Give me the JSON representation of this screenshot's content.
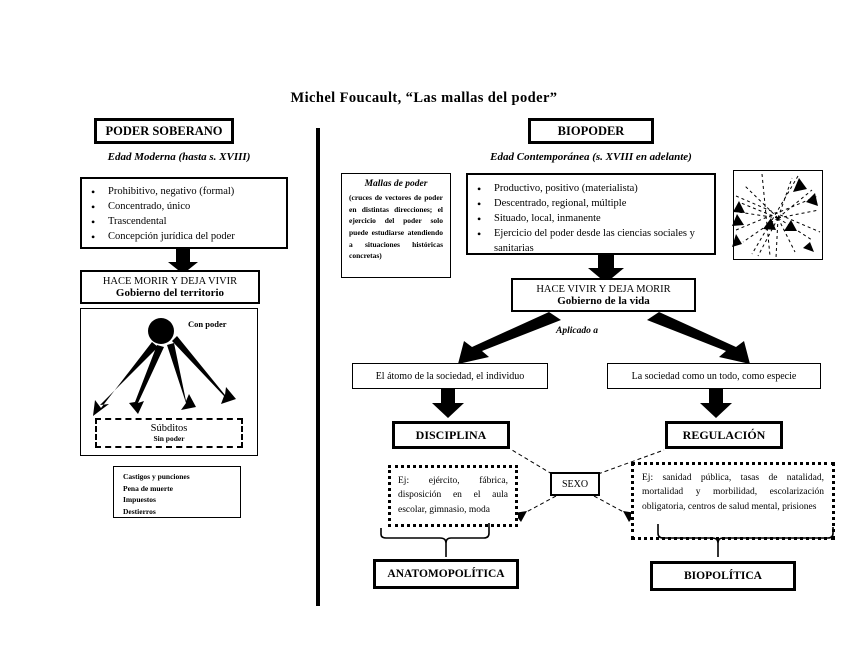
{
  "title": "Michel Foucault, “Las mallas del poder”",
  "left": {
    "header": "PODER SOBERANO",
    "subtitle": "Edad Moderna (hasta s. XVIII)",
    "features": [
      "Prohibitivo, negativo (formal)",
      "Concentrado, único",
      "Trascendental",
      "Concepción jurídica del poder"
    ],
    "formula_line1": "HACE MORIR Y DEJA VIVIR",
    "formula_line2": "Gobierno del territorio",
    "diagram": {
      "with_power": "Con poder",
      "subjects": "Súbditos",
      "without_power": "Sin poder"
    },
    "examples": [
      "Castigos y punciones",
      "Pena de muerte",
      "Impuestos",
      "Destierros"
    ]
  },
  "right": {
    "header": "BIOPODER",
    "subtitle": "Edad Contemporánea (s. XVIII en adelante)",
    "mallas": {
      "title": "Mallas de poder",
      "body": "(cruces de vectores de poder en distintas direcciones; el ejercicio del poder solo puede estudiarse atendiendo a situaciones históricas concretas)"
    },
    "features": [
      "Productivo, positivo (materialista)",
      "Descentrado, regional, múltiple",
      "Situado, local, inmanente",
      "Ejercicio del poder desde las ciencias sociales y sanitarias"
    ],
    "formula_line1": "HACE VIVIR Y DEJA MORIR",
    "formula_line2": "Gobierno de la vida",
    "applied_label": "Aplicado a",
    "branch_left": "El átomo de la sociedad, el individuo",
    "branch_right": "La sociedad como un todo, como especie",
    "discipline": "DISCIPLINA",
    "regulation": "REGULACIÓN",
    "discipline_examples": "Ej: ejército, fábrica, disposición en el aula escolar, gimnasio, moda",
    "regulation_examples": "Ej: sanidad pública, tasas de natalidad, mortalidad y morbilidad, escolarización obligatoria, centros de salud mental, prisiones",
    "sexo": "SEXO",
    "anatomopolitica": "ANATOMOPOLÍTICA",
    "biopolitica": "BIOPOLÍTICA"
  },
  "colors": {
    "ink": "#000000",
    "paper": "#ffffff"
  }
}
